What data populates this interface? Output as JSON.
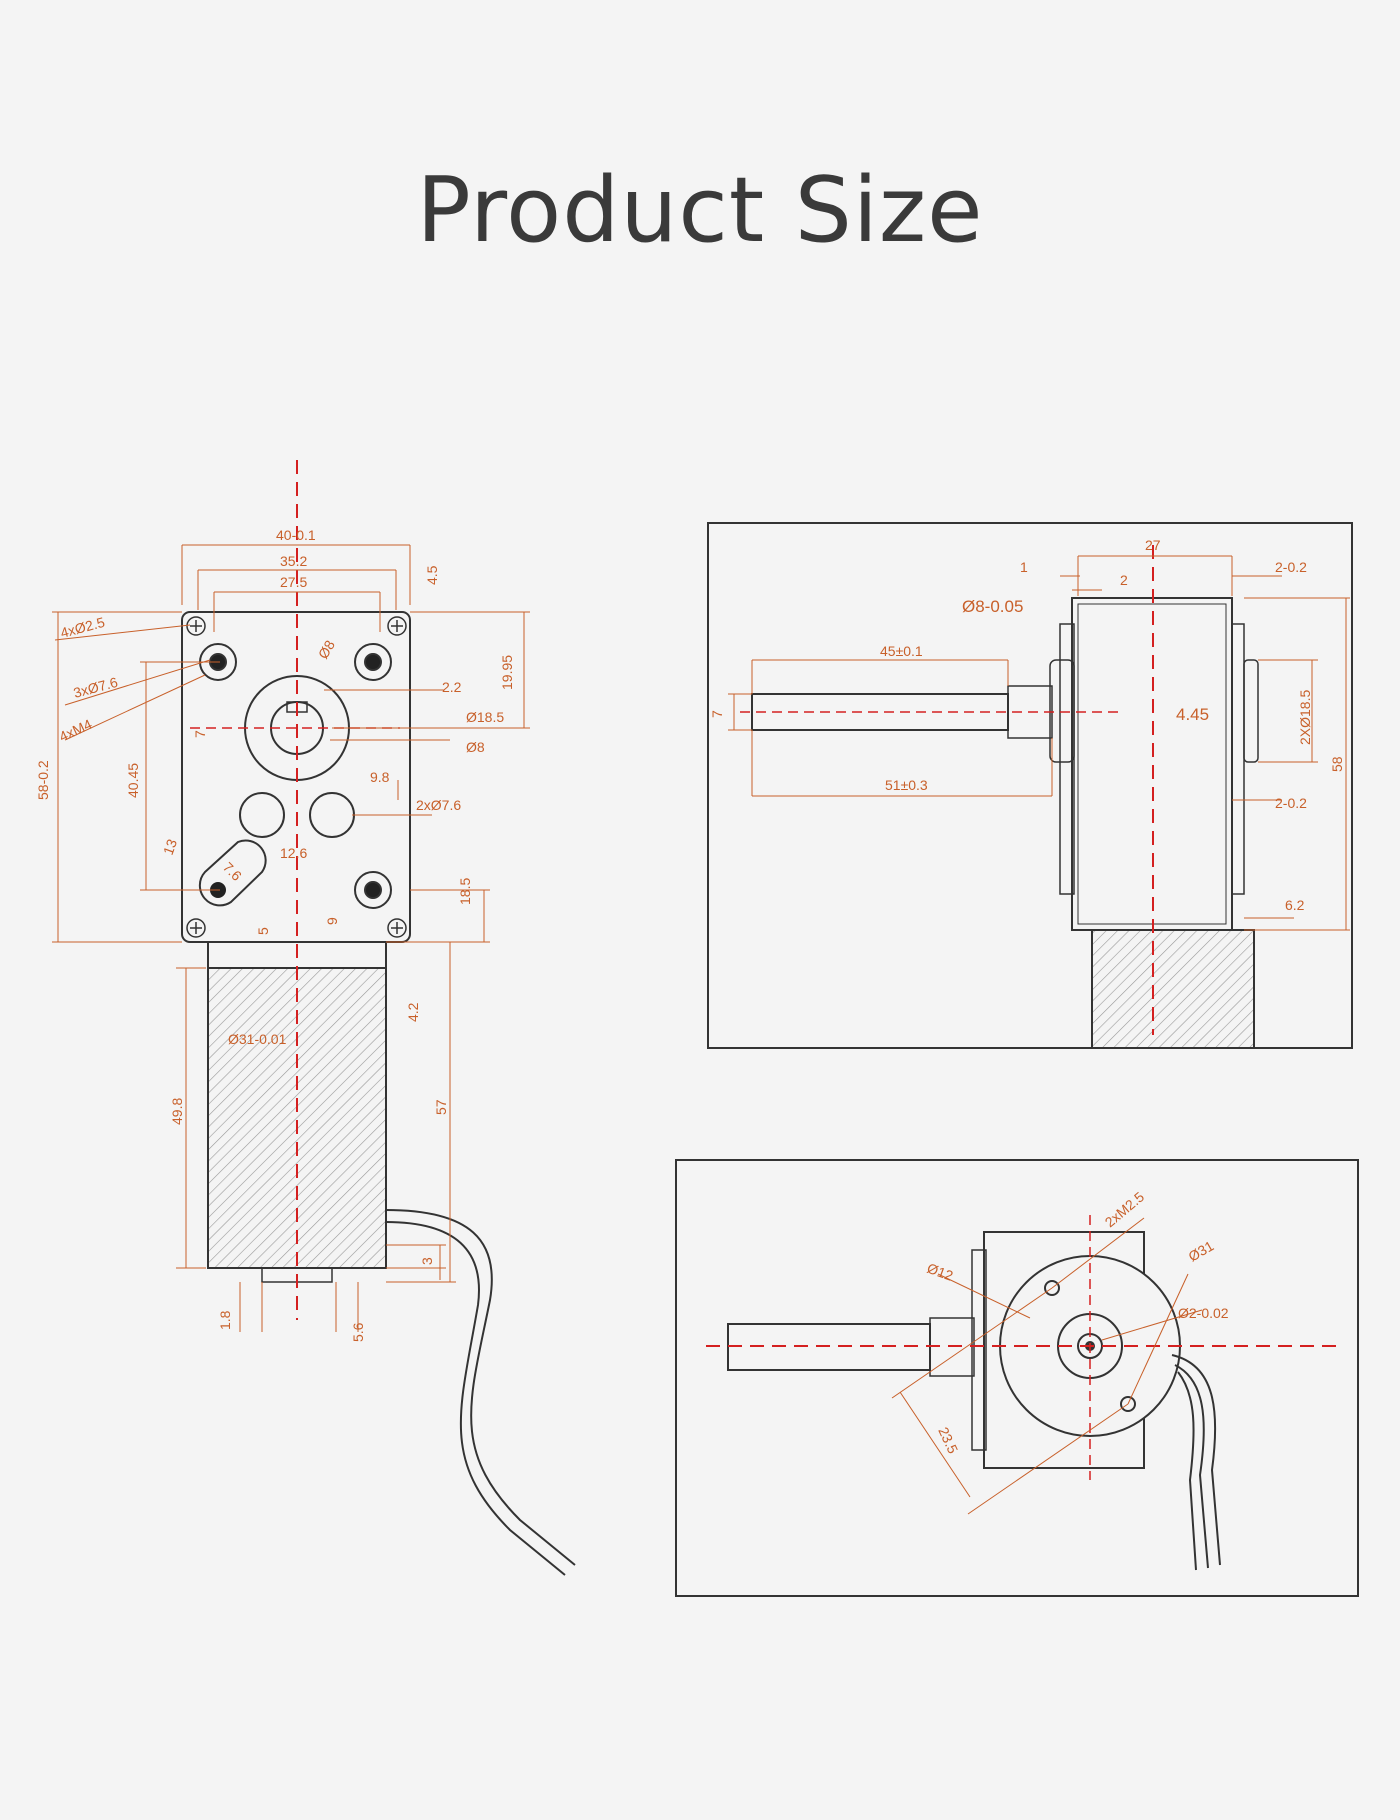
{
  "title": "Product Size",
  "colors": {
    "outline": "#333333",
    "dimension": "#c8602a",
    "centerline": "#d42020",
    "background": "#f4f4f4"
  },
  "front_view": {
    "width_overall": "40-0.1",
    "width_mid": "35.2",
    "width_inner": "27.5",
    "top_offset": "4.5",
    "corner_holes": "4xØ2.5",
    "mount_holes": "3xØ7.6",
    "threads": "4xM4",
    "height_overall": "58-0.2",
    "hole_spacing_v": "40.45",
    "boss_dia_label": "Ø8",
    "shaft_flat": "7",
    "boss_offset": "2.2",
    "center_height": "19.95",
    "boss_dia": "Ø18.5",
    "shaft_dia": "Ø8",
    "hole_spacing_h": "9.8",
    "pair_holes": "2xØ7.6",
    "slot_spacing": "13",
    "slot_width": "7.6",
    "pair_spacing": "12.6",
    "bottom_offset": "18.5",
    "offset_5": "5",
    "offset_9": "9",
    "motor_gap": "4.2",
    "motor_dia": "Ø31-0.01",
    "motor_length": "49.8",
    "total_length": "57",
    "cap_height": "3",
    "tab_offset": "1.8",
    "tab_length": "5.6"
  },
  "side_view": {
    "gearbox_width": "27",
    "lip": "1",
    "lip2": "2",
    "top_tol": "2-0.2",
    "shaft_dia": "Ø8-0.05",
    "shaft_len_short": "45±0.1",
    "shaft_flat": "7",
    "offset": "4.45",
    "boss_dia": "2XØ18.5",
    "height": "58",
    "shaft_len_long": "51±0.3",
    "bottom_tol": "2-0.2",
    "bottom_offset": "6.2"
  },
  "rear_view": {
    "screws": "2xM2.5",
    "boss": "Ø12",
    "motor_dia": "Ø31",
    "shaft_dia": "Ø2-0.02",
    "screw_spacing": "23.5"
  }
}
